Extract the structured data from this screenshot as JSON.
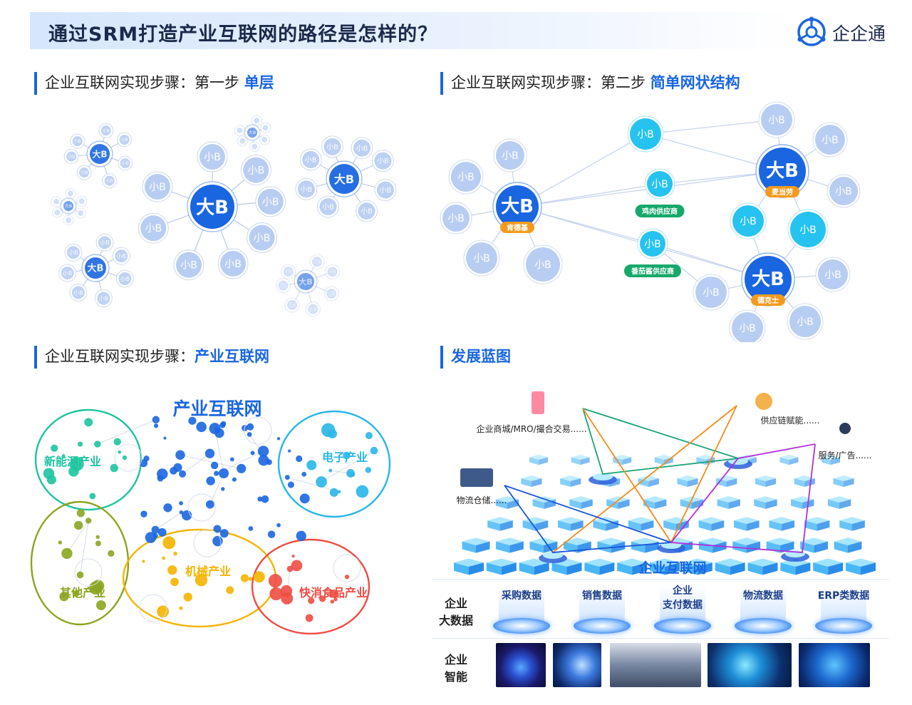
{
  "header": {
    "title": "通过SRM打造产业互联网的路径是怎样的？",
    "logo_text": "企企通"
  },
  "sections": {
    "s1": {
      "prefix": "企业互联网实现步骤：第一步 ",
      "highlight": "单层"
    },
    "s2": {
      "prefix": "企业互联网实现步骤：第二步 ",
      "highlight": "简单网状结构"
    },
    "s3": {
      "prefix": "企业互联网实现步骤：",
      "highlight": "产业互联网"
    },
    "s4": {
      "prefix": "",
      "highlight": "发展蓝图"
    }
  },
  "node_labels": {
    "big": "大B",
    "small": "小B"
  },
  "step2": {
    "tags": [
      "肯德基",
      "麦当劳",
      "德克士"
    ],
    "suppliers": [
      "鸡肉供应商",
      "番茄酱供应商"
    ]
  },
  "step3": {
    "title": "产业互联网",
    "industries": [
      "新能源产业",
      "电子产业",
      "其他产业",
      "机械产业",
      "快消食品产业"
    ]
  },
  "blueprint": {
    "center_label": "企业互联网",
    "services": [
      "企业商城/MRO/撮合交易......",
      "供应链赋能......",
      "服务/广告......",
      "物流仓储......"
    ],
    "bigdata_label": [
      "企业",
      "大数据"
    ],
    "bigdata_items": [
      "采购数据",
      "销售数据",
      "企业\n支付数据",
      "物流数据",
      "ERP类数据"
    ],
    "intel_label": [
      "企业",
      "智能"
    ]
  },
  "colors": {
    "accent": "#1a66e0",
    "big_node": "#1a66e0",
    "small_node": "#b8cdf2",
    "cyan_node": "#26c3f0",
    "orange_tag": "#f39a1e",
    "new_energy": "#1dc4a0",
    "electronics": "#29b6e8",
    "other": "#8aa51e",
    "machinery": "#f5b400",
    "fmcg": "#ef4c43"
  }
}
